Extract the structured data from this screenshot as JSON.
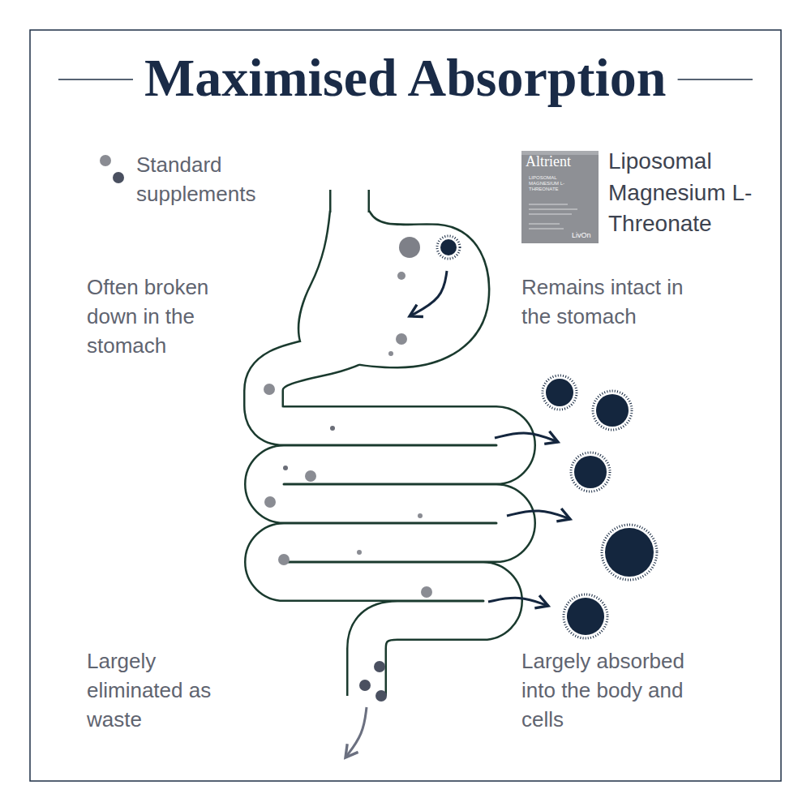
{
  "diagram": {
    "title": "Maximised Absorption",
    "labels": [
      "Altrient",
      "LIPOSOMAL MAGNESIUM L-THREONATE",
      "LivOn",
      "Often broken down in the stomach",
      "Remains intact in the stomach",
      "Largely eliminated as waste",
      "Largely absorbed into the body and cells"
    ],
    "legend": [
      {
        "text": "Standard supplements"
      },
      {
        "text": "Liposomal Magnesium L-Threonate"
      }
    ]
  }
}
